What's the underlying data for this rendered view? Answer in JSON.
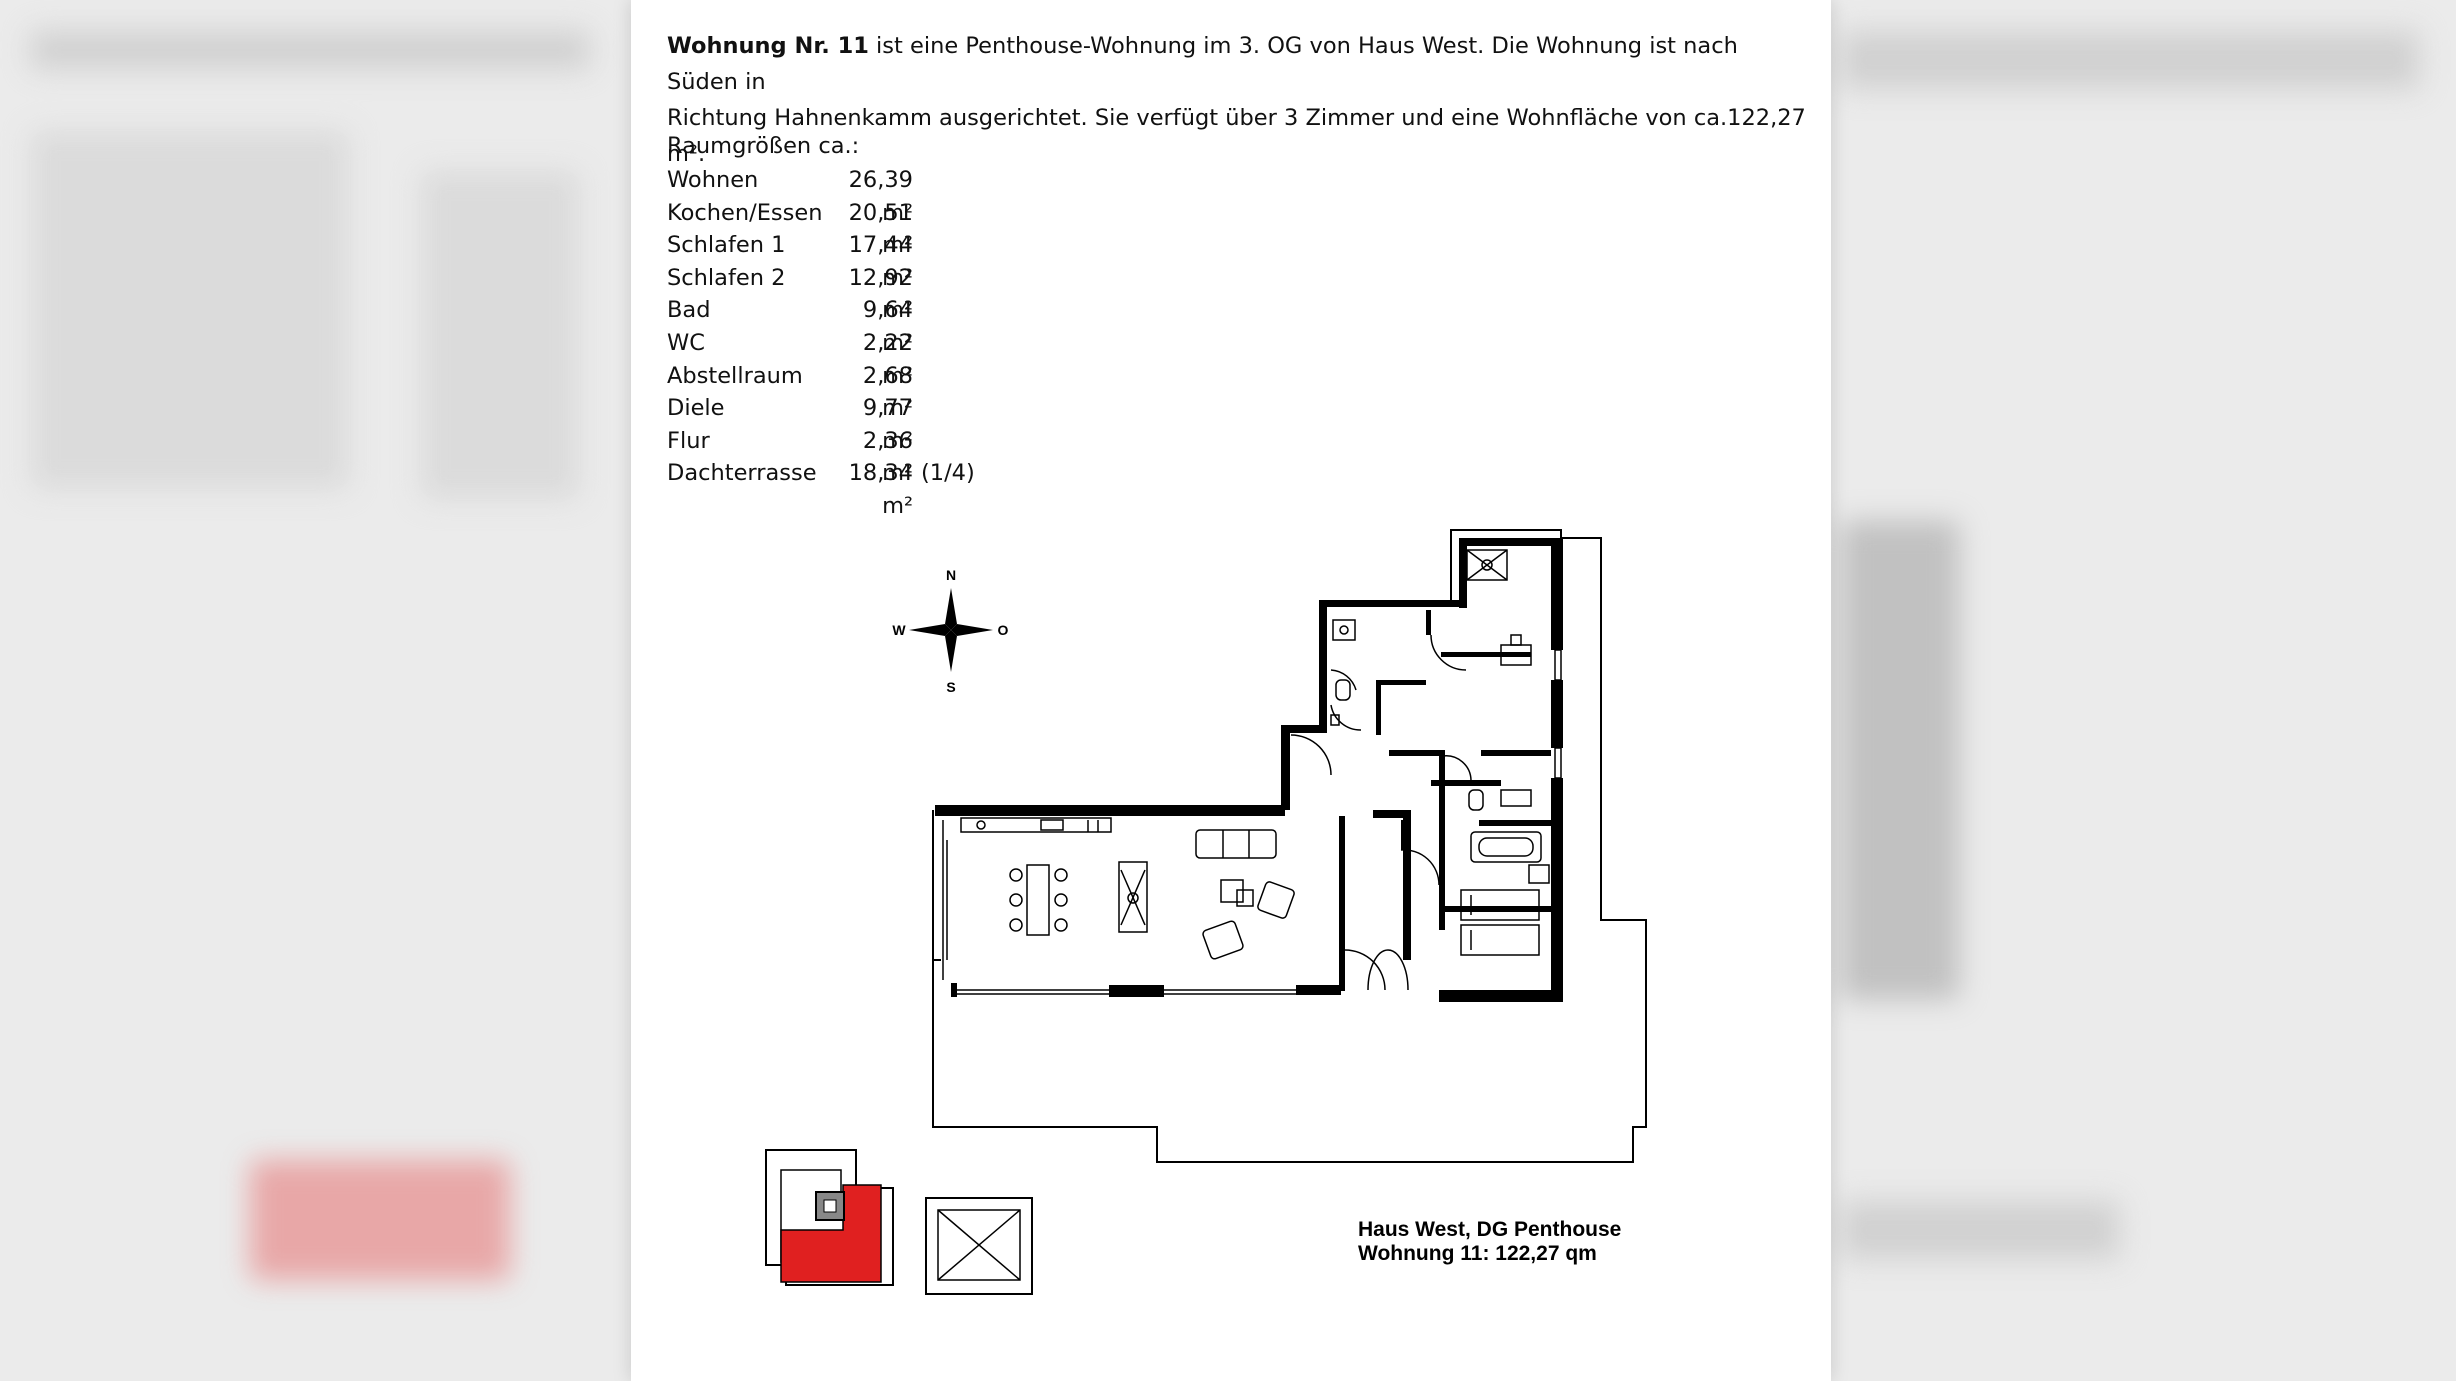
{
  "intro": {
    "apartment_label": "Wohnung Nr. 11",
    "text_line1": " ist eine Penthouse-Wohnung im 3. OG von Haus West. Die Wohnung ist nach Süden in",
    "text_line2": "Richtung Hahnenkamm ausgerichtet. Sie verfügt über 3 Zimmer und eine Wohnfläche von ca.122,27 m²."
  },
  "rooms": {
    "heading": "Raumgrößen ca.:",
    "items": [
      {
        "name": "Wohnen",
        "area": "26,39 m²",
        "note": ""
      },
      {
        "name": "Kochen/Essen",
        "area": "20,51 m²",
        "note": ""
      },
      {
        "name": "Schlafen 1",
        "area": "17,44 m²",
        "note": ""
      },
      {
        "name": "Schlafen 2",
        "area": "12,92 m²",
        "note": ""
      },
      {
        "name": "Bad",
        "area": "9,64 m²",
        "note": ""
      },
      {
        "name": "WC",
        "area": "2,22 m²",
        "note": ""
      },
      {
        "name": "Abstellraum",
        "area": "2,68 m²",
        "note": ""
      },
      {
        "name": "Diele",
        "area": "9,77 m²",
        "note": ""
      },
      {
        "name": "Flur",
        "area": "2,36 m²",
        "note": ""
      },
      {
        "name": "Dachterrasse",
        "area": "18,34 m²",
        "note": "(1/4)"
      }
    ]
  },
  "compass": {
    "n": "N",
    "s": "S",
    "w": "W",
    "e": "O"
  },
  "plan_caption": {
    "line1": "Haus West, DG Penthouse",
    "line2": "Wohnung 11: 122,27 qm"
  },
  "colors": {
    "highlight": "#e02020",
    "wall": "#000000"
  }
}
